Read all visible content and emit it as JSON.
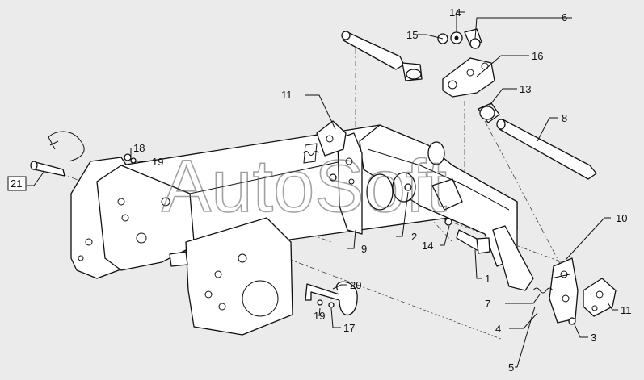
{
  "watermark": "AutoSoft",
  "callouts": {
    "c1": "1",
    "c2": "2",
    "c3": "3",
    "c4": "4",
    "c5": "5",
    "c6": "6",
    "c7": "7",
    "c8": "8",
    "c9": "9",
    "c10": "10",
    "c11a": "11",
    "c11b": "11",
    "c13": "13",
    "c14a": "14",
    "c14b": "14",
    "c15": "15",
    "c16": "16",
    "c17": "17",
    "c18": "18",
    "c19a": "19",
    "c19b": "19",
    "c20": "20",
    "c21": "21"
  }
}
